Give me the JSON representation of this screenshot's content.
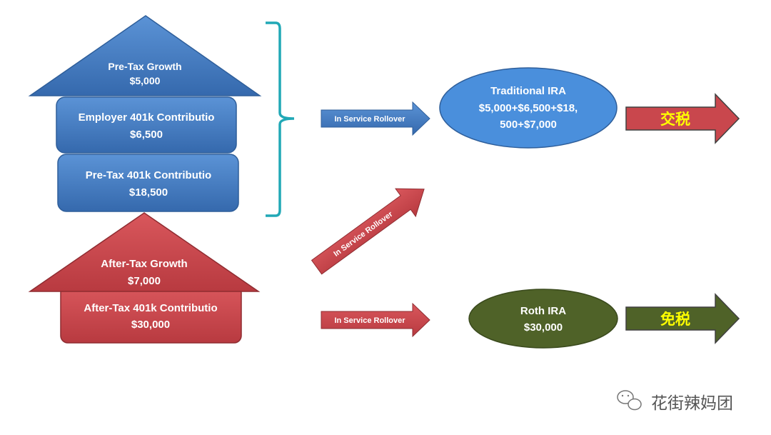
{
  "pre_tax_stack": {
    "growth": {
      "title": "Pre-Tax Growth",
      "amount": "$5,000"
    },
    "employer": {
      "title": "Employer 401k Contributio",
      "amount": "$6,500"
    },
    "pretax401k": {
      "title": "Pre-Tax 401k Contributio",
      "amount": "$18,500"
    }
  },
  "after_tax_stack": {
    "growth": {
      "title": "After-Tax Growth",
      "amount": "$7,000"
    },
    "aftertax401k": {
      "title": "After-Tax 401k Contributio",
      "amount": "$30,000"
    }
  },
  "arrows": {
    "top": "In Service Rollover",
    "diagonal": "In Service Rollover",
    "bottom": "In Service Rollover"
  },
  "traditional_ira": {
    "title": "Traditional IRA",
    "line1": "$5,000+$6,500+$18,",
    "line2": "500+$7,000"
  },
  "roth_ira": {
    "title": "Roth IRA",
    "amount": "$30,000"
  },
  "outcomes": {
    "taxed": "交税",
    "tax_free": "免税"
  },
  "watermark": "花街辣妈团",
  "colors": {
    "blue": "#3f7bc4",
    "blue_stroke": "#2e5e9a",
    "red": "#c9474d",
    "red_stroke": "#8f2c31",
    "olive": "#4f6228",
    "ira_blue": "#4a8fdc",
    "bracket": "#21a8b6",
    "taxed_text": "#ffff00",
    "free_text": "#ffff00"
  }
}
